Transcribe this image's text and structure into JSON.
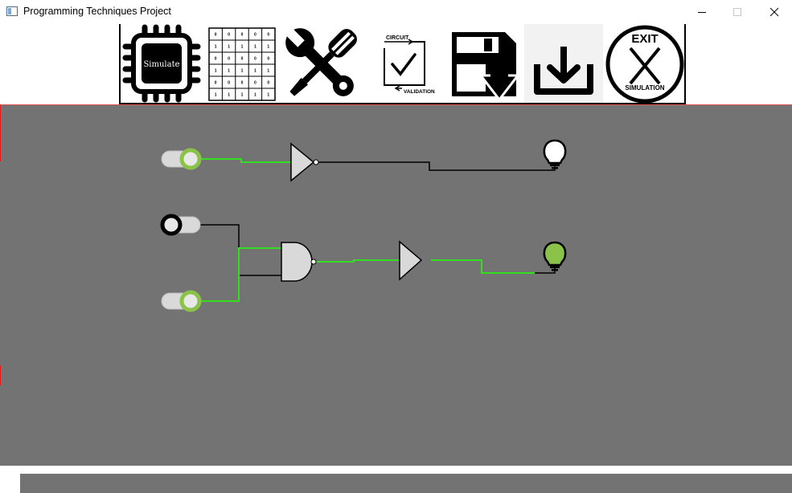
{
  "window": {
    "title": "Programming Techniques Project",
    "controls": [
      "minimize",
      "maximize",
      "close"
    ]
  },
  "toolbar": {
    "items": [
      {
        "name": "simulate-button",
        "icon": "chip-icon",
        "label": "Simulate"
      },
      {
        "name": "truth-table-button",
        "icon": "truth-table-icon"
      },
      {
        "name": "tools-button",
        "icon": "wrench-screwdriver-icon"
      },
      {
        "name": "circuit-validation-button",
        "icon": "circuit-validation-icon",
        "label_top": "CIRCUIT",
        "label_bottom": "VALIDATION"
      },
      {
        "name": "save-button",
        "icon": "floppy-disk-icon"
      },
      {
        "name": "load-button",
        "icon": "download-icon"
      },
      {
        "name": "exit-simulation-button",
        "icon": "exit-icon",
        "label_top": "EXIT",
        "label_bottom": "SIMULATION"
      }
    ]
  },
  "truth_table": {
    "rows": [
      [
        "0",
        "0",
        "0",
        "0",
        "0"
      ],
      [
        "1",
        "1",
        "1",
        "1",
        "1"
      ],
      [
        "0",
        "0",
        "0",
        "0",
        "0"
      ],
      [
        "1",
        "1",
        "1",
        "1",
        "1"
      ],
      [
        "0",
        "0",
        "0",
        "0",
        "0"
      ],
      [
        "1",
        "1",
        "1",
        "1",
        "1"
      ]
    ]
  },
  "circuit": {
    "switches": [
      {
        "id": "switch-1",
        "state": "on"
      },
      {
        "id": "switch-2",
        "state": "off"
      },
      {
        "id": "switch-3",
        "state": "on"
      }
    ],
    "gates": [
      {
        "id": "not-gate-1",
        "type": "NOT"
      },
      {
        "id": "nand-gate-1",
        "type": "NAND"
      },
      {
        "id": "buffer-gate-1",
        "type": "BUFFER"
      }
    ],
    "leds": [
      {
        "id": "led-1",
        "state": "off"
      },
      {
        "id": "led-2",
        "state": "on"
      }
    ]
  },
  "colors": {
    "canvas": "#737373",
    "wire_high": "#33dd22",
    "wire_low": "#000000",
    "switch_on": "#8bc34a",
    "led_on": "#8bc34a",
    "led_off": "#ffffff",
    "gate_fill": "#d9d9d9"
  }
}
